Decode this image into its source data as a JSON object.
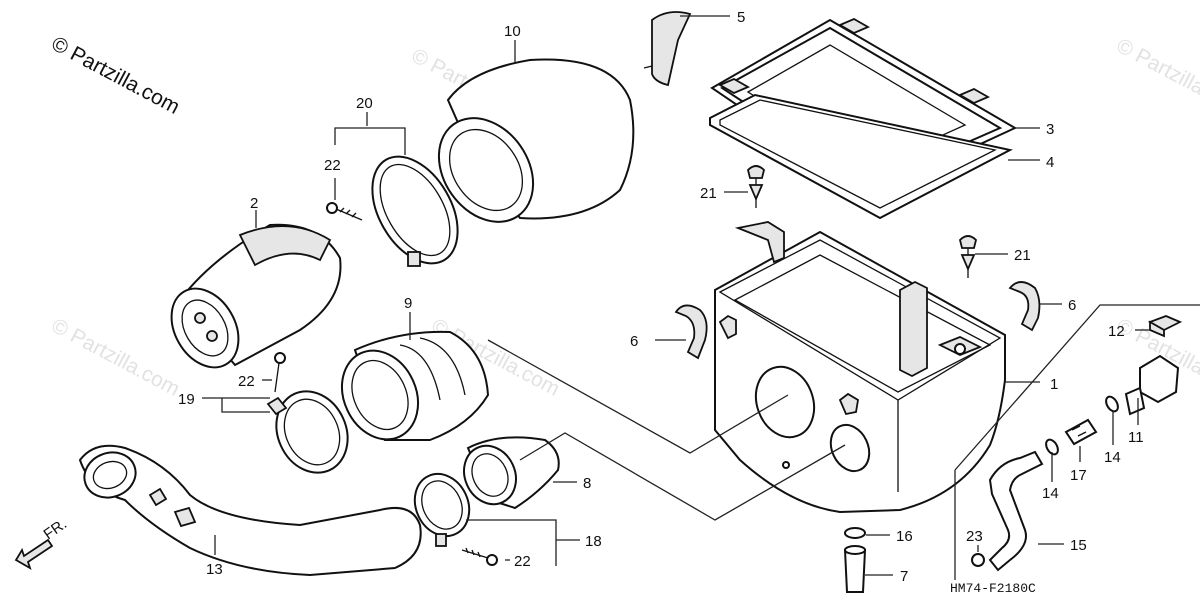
{
  "copyright": "© Partzilla.com",
  "watermark": "© Partzilla.com",
  "diagram_code": "HM74-F2180C",
  "direction_label": "FR.",
  "callouts": [
    "1",
    "2",
    "3",
    "4",
    "5",
    "6",
    "6",
    "7",
    "8",
    "9",
    "10",
    "11",
    "12",
    "13",
    "14",
    "14",
    "15",
    "16",
    "17",
    "18",
    "19",
    "20",
    "21",
    "21",
    "22",
    "22",
    "22",
    "23"
  ]
}
